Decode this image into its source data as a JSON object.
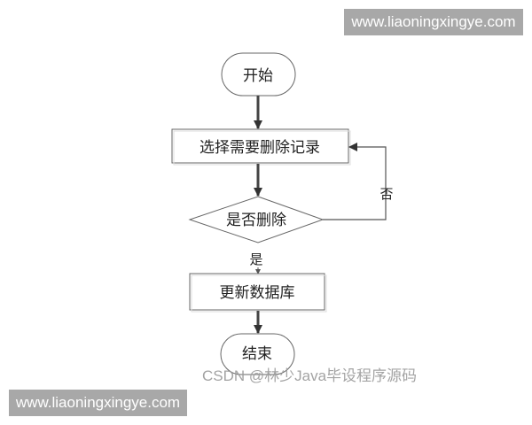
{
  "nodes": {
    "start": "开始",
    "select": "选择需要删除记录",
    "decision": "是否删除",
    "update": "更新数据库",
    "end": "结束"
  },
  "edges": {
    "yes": "是",
    "no": "否"
  },
  "watermarks": {
    "top_right": "www.liaoningxingye.com",
    "bottom_left": "www.liaoningxingye.com",
    "csdn": "CSDN @林少Java毕设程序源码"
  },
  "colors": {
    "stroke": "#555555",
    "arrow": "#444444",
    "watermark_bg": "#a8a8a8"
  }
}
